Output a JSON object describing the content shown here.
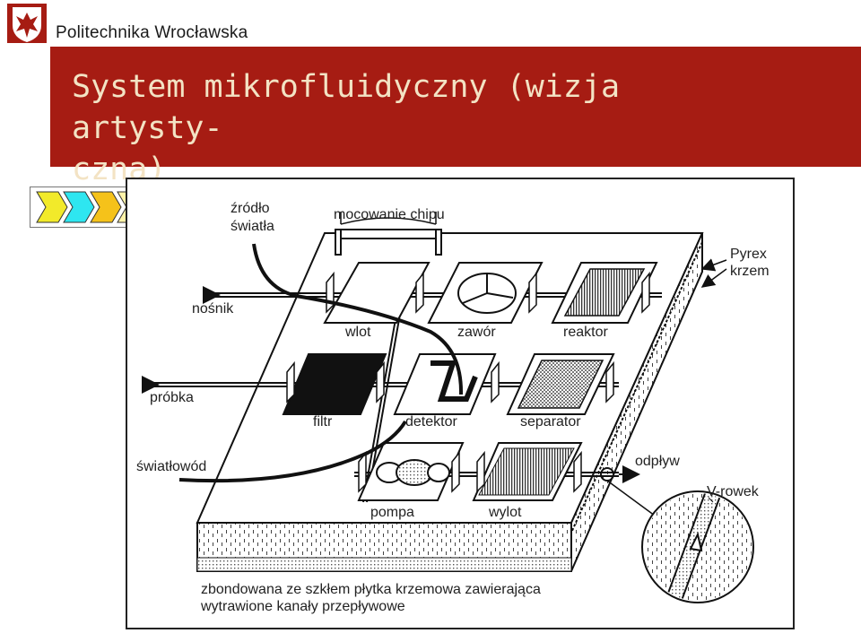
{
  "header": {
    "university": "Politechnika Wrocławska",
    "logo_icon": "eagle-crest-icon",
    "title": "System mikrofluidyczny (wizja artysty-\nczna)"
  },
  "colors": {
    "band": "#a61c13",
    "title_text": "#f3e3c4",
    "nav_arrows": [
      "#f2ea2a",
      "#2ee6f0",
      "#f5c21a",
      "#fff3a8",
      "#3ccd35"
    ]
  },
  "nav_icon": "progress-chevrons-icon",
  "diagram": {
    "labels": {
      "source_line1": "źródło",
      "source_line2": "światła",
      "mount": "mocowanie chipu",
      "pyrex": "Pyrex",
      "silicon": "krzem",
      "carrier": "nośnik",
      "inlet": "wlot",
      "valve": "zawór",
      "reactor": "reaktor",
      "sample": "próbka",
      "filter": "filtr",
      "detector": "detektor",
      "separator": "separator",
      "fiber": "światłowód",
      "outflow": "odpływ",
      "vgroove": "V-rowek",
      "pump": "pompa",
      "outlet": "wylot",
      "caption_line1": "zbondowana ze szkłem płytka krzemowa zawierająca",
      "caption_line2": "wytrawione kanały przepływowe"
    }
  }
}
